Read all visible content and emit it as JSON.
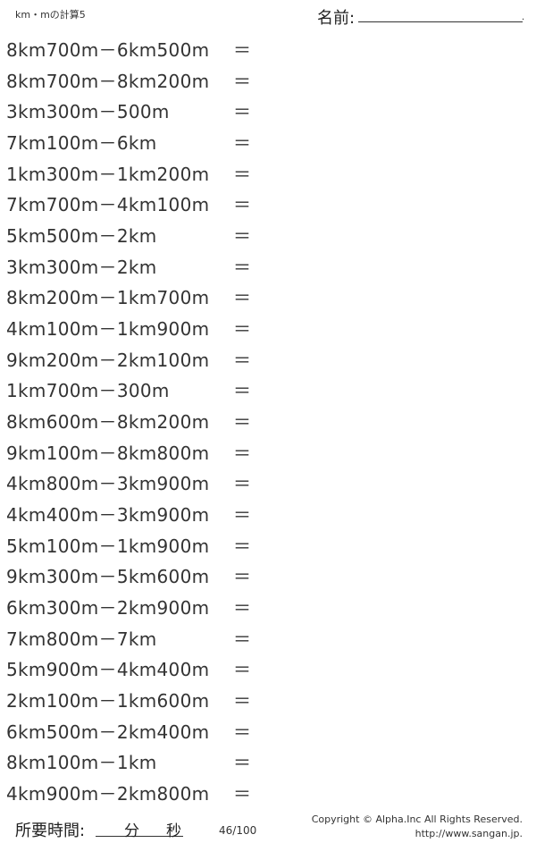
{
  "header": {
    "title": "km・mの計算5",
    "name_label": "名前:",
    "name_end": "."
  },
  "problems": [
    "8km700m－6km500m",
    "8km700m－8km200m",
    "3km300m－500m",
    "7km100m－6km",
    "1km300m－1km200m",
    "7km700m－4km100m",
    "5km500m－2km",
    "3km300m－2km",
    "8km200m－1km700m",
    "4km100m－1km900m",
    "9km200m－2km100m",
    "1km700m－300m",
    "8km600m－8km200m",
    "9km100m－8km800m",
    "4km800m－3km900m",
    "4km400m－3km900m",
    "5km100m－1km900m",
    "9km300m－5km600m",
    "6km300m－2km900m",
    "7km800m－7km",
    "5km900m－4km400m",
    "2km100m－1km600m",
    "6km500m－2km400m",
    "8km100m－1km",
    "4km900m－2km800m"
  ],
  "equals": "＝",
  "footer": {
    "time_label": "所要時間:",
    "minutes": "分",
    "seconds": "秒",
    "page": "46/100",
    "copyright": "Copyright © Alpha.Inc All Rights Reserved.",
    "url": "http://www.sangan.jp."
  }
}
